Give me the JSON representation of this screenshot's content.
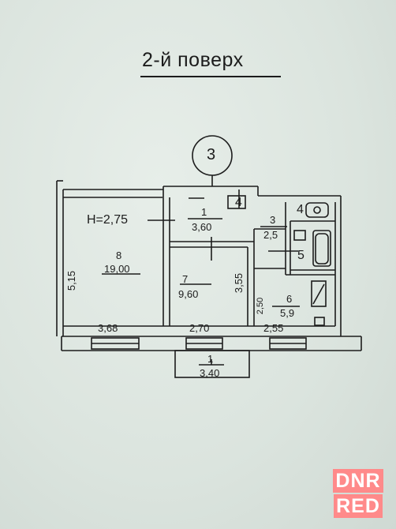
{
  "title": "2-й поверх",
  "section_number": "3",
  "ceiling_height": "H=2,75",
  "rooms": [
    {
      "id": "1",
      "area": "3,60"
    },
    {
      "id": "3",
      "area": "2,5"
    },
    {
      "id": "4",
      "area": ""
    },
    {
      "id": "5",
      "area": ""
    },
    {
      "id": "6",
      "area": "5,9"
    },
    {
      "id": "7",
      "area": "9,60"
    },
    {
      "id": "8",
      "area": "19,00"
    }
  ],
  "balcony": {
    "id": "1",
    "area": "3,40"
  },
  "dimensions": {
    "room8_width": "3,68",
    "room8_height": "5,15",
    "room7_width": "2,70",
    "room7_height": "3,55",
    "room6_width": "2,55",
    "room6_height": "2,50"
  },
  "watermark": [
    "DNR",
    "RED"
  ],
  "colors": {
    "background": "#dde5df",
    "ink": "#1c1c1c",
    "watermark": "#ff8a8a"
  }
}
